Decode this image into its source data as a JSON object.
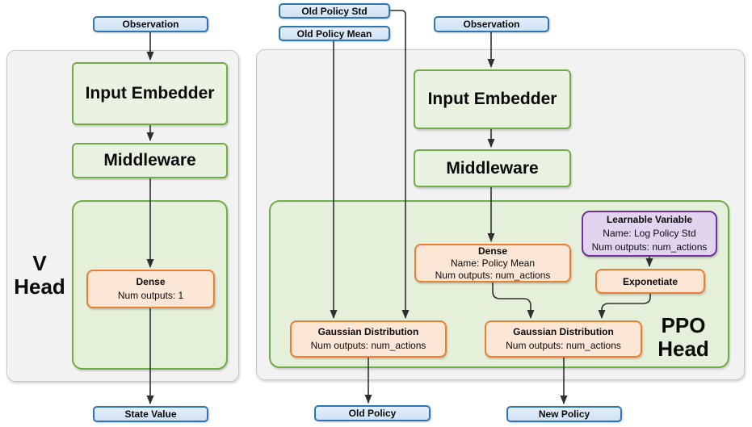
{
  "colors": {
    "blue_fill": "#e3eefa",
    "blue_fill_bottom": "#cfe2f4",
    "blue_border": "#2e75b6",
    "green_node_fill": "#eaf3e2",
    "green_container_fill": "#e5f0da",
    "green_border": "#70ad47",
    "orange_fill": "#fce6d5",
    "orange_border": "#ed7d31",
    "purple_fill": "#e2d4ef",
    "purple_border": "#7030a0",
    "panel_fill": "#f2f2f2",
    "panel_border": "#c9c9c9",
    "edge": "#2f2f2f",
    "text": "#111111"
  },
  "panels": {
    "v_head": {
      "line1": "V",
      "line2": "Head"
    },
    "ppo_head": {
      "line1": "PPO",
      "line2": "Head"
    }
  },
  "nodes": {
    "observation_left": "Observation",
    "old_policy_std": "Old Policy Std",
    "old_policy_mean": "Old Policy Mean",
    "observation_right": "Observation",
    "input_embedder_left": "Input Embedder",
    "middleware_left": "Middleware",
    "dense_left": {
      "title": "Dense",
      "line2": "Num outputs: 1"
    },
    "input_embedder_right": "Input Embedder",
    "middleware_right": "Middleware",
    "dense_right": {
      "title": "Dense",
      "line2": "Name: Policy Mean",
      "line3": "Num outputs: num_actions"
    },
    "learnable_variable": {
      "title": "Learnable Variable",
      "line2": "Name: Log Policy Std",
      "line3": "Num outputs: num_actions"
    },
    "exponetiate": "Exponetiate",
    "gaussian_old": {
      "title": "Gaussian Distribution",
      "line2": "Num outputs: num_actions"
    },
    "gaussian_new": {
      "title": "Gaussian Distribution",
      "line2": "Num outputs: num_actions"
    },
    "state_value": "State Value",
    "old_policy": "Old Policy",
    "new_policy": "New Policy"
  }
}
